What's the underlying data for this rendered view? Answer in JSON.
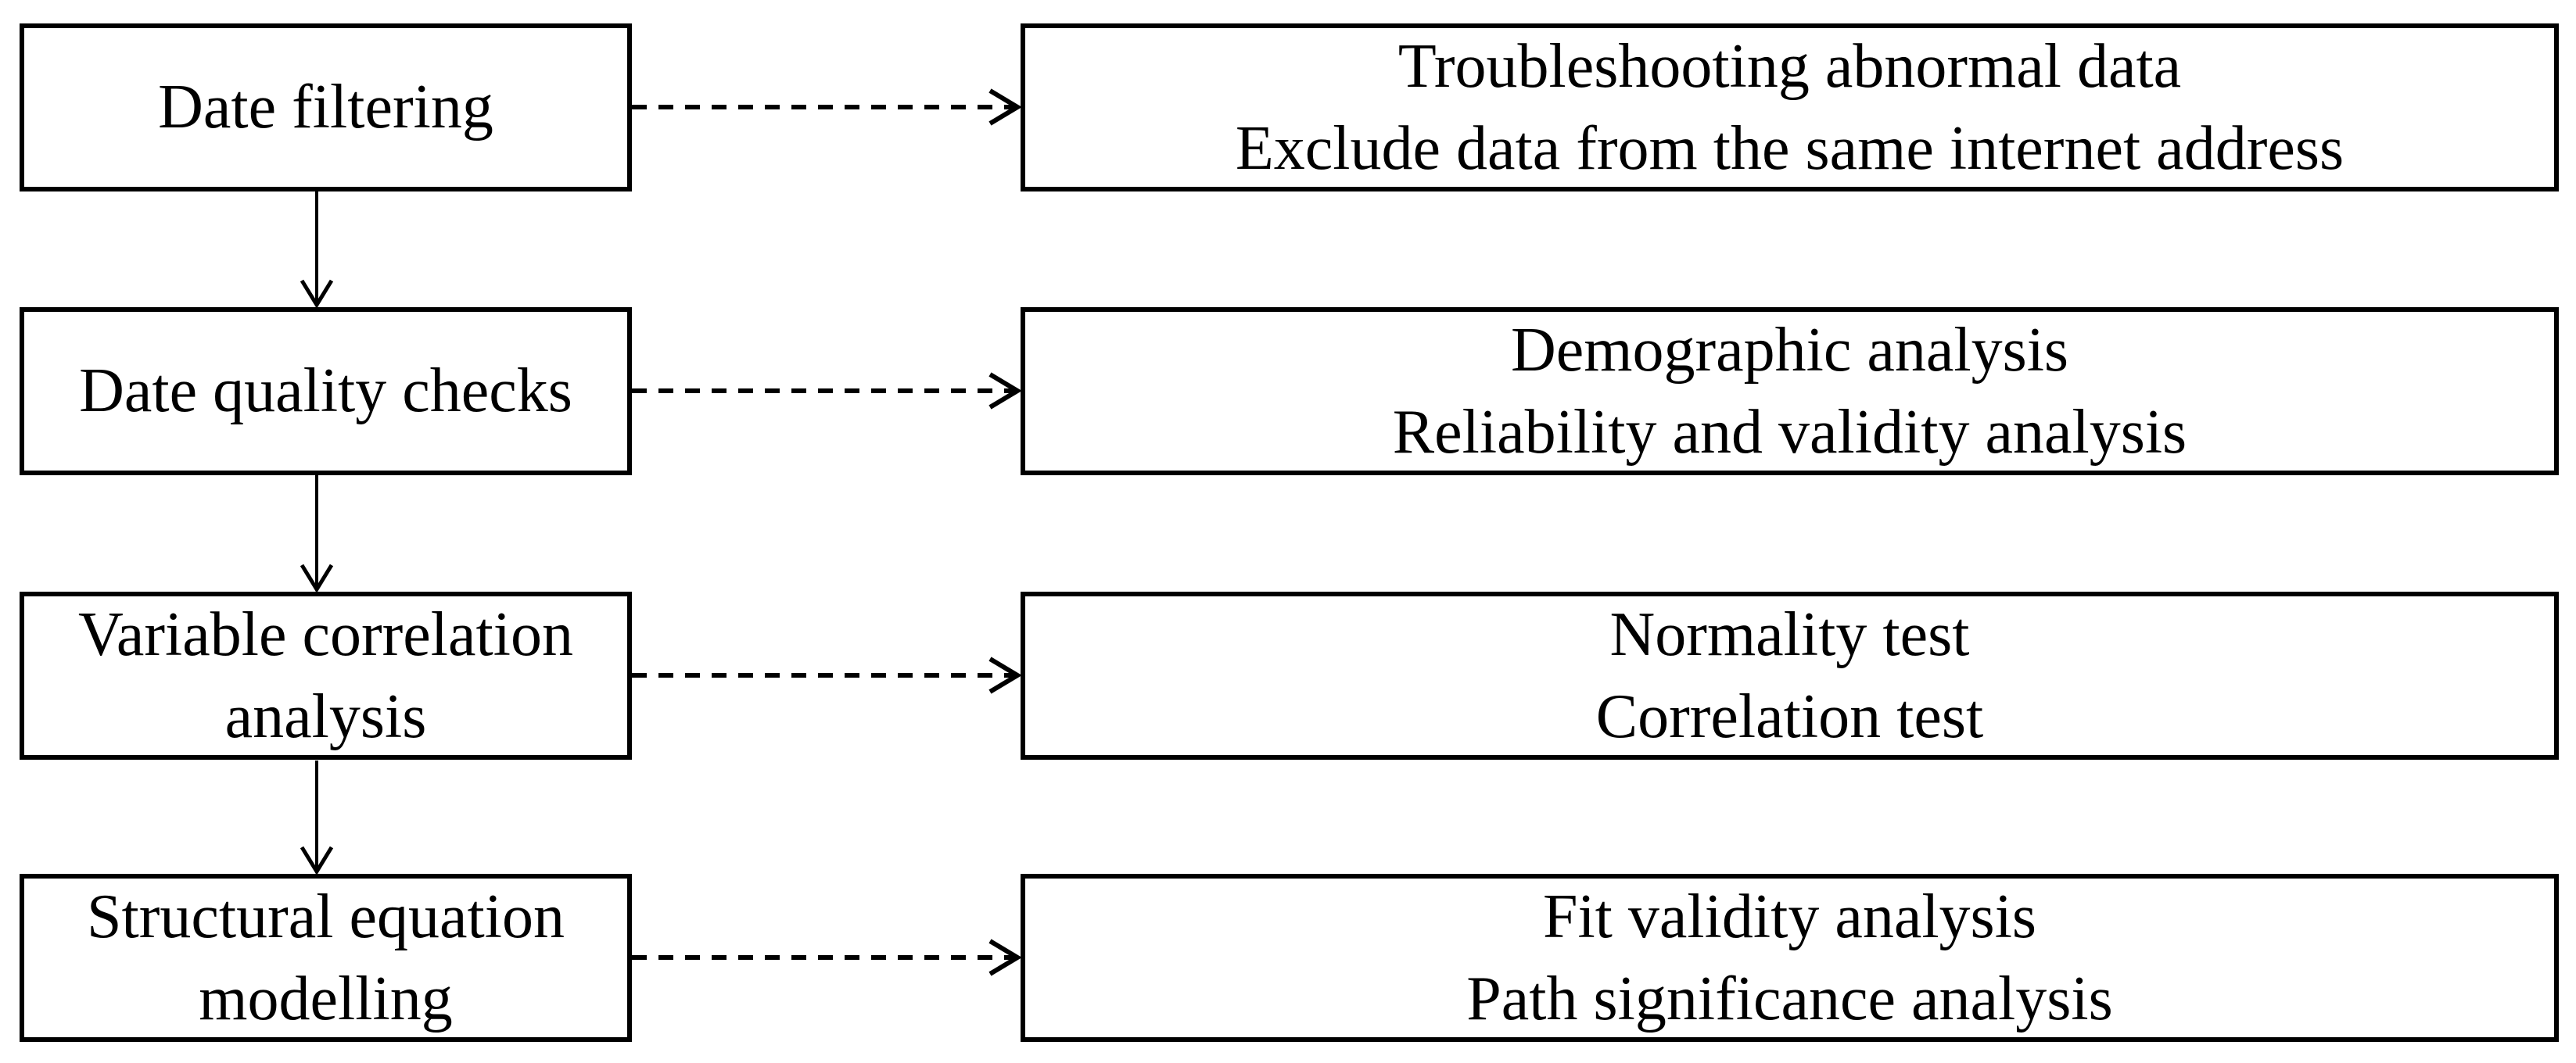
{
  "diagram": {
    "type": "flowchart",
    "colors": {
      "line": "#000000",
      "box_border": "#000000",
      "box_fill": "#ffffff",
      "text": "#000000",
      "background": "#ffffff"
    },
    "connector_styles": {
      "step_to_step": "solid-down-arrow",
      "step_to_detail": "dashed-right-arrow"
    },
    "rows": [
      {
        "step_line1": "Date filtering",
        "step_line2": "",
        "detail_line1": "Troubleshooting abnormal data",
        "detail_line2": "Exclude data from the same internet address"
      },
      {
        "step_line1": "Date quality checks",
        "step_line2": "",
        "detail_line1": "Demographic analysis",
        "detail_line2": "Reliability and validity analysis"
      },
      {
        "step_line1": "Variable correlation",
        "step_line2": "analysis",
        "detail_line1": "Normality test",
        "detail_line2": "Correlation test"
      },
      {
        "step_line1": "Structural equation",
        "step_line2": "modelling",
        "detail_line1": "Fit validity analysis",
        "detail_line2": "Path significance analysis"
      }
    ]
  }
}
